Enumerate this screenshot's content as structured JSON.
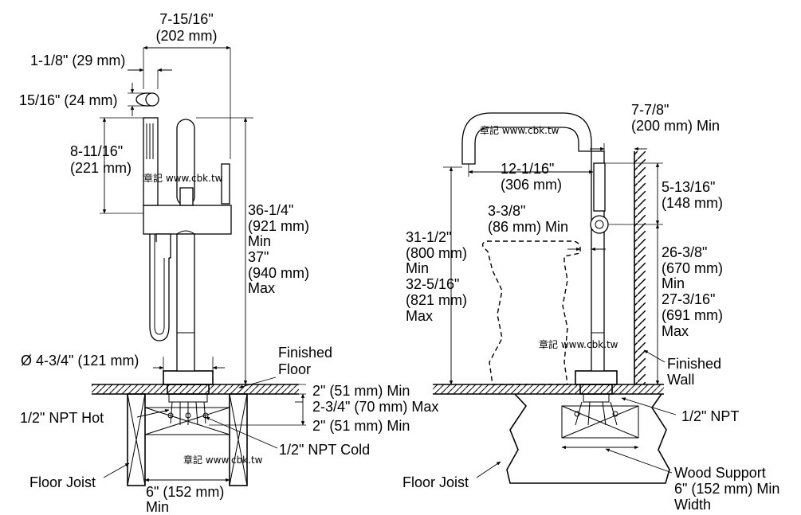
{
  "watermark": "章記 www.cbk.tw",
  "left_view": {
    "width_top": [
      "7-15/16\"",
      "(202 mm)"
    ],
    "handshower_offset": "1-1/8\" (29 mm)",
    "handle_dia": "15/16\" (24 mm)",
    "handshower_length": [
      "8-11/16\"",
      "(221 mm)"
    ],
    "height": [
      "36-1/4\"",
      "(921 mm)",
      "Min",
      "37\"",
      "(940 mm)",
      "Max"
    ],
    "base_dia": "Ø 4-3/4\" (121 mm)",
    "finished_floor": [
      "Finished",
      "Floor"
    ],
    "floor_min": "2\" (51 mm) Min",
    "floor_max": "2-3/4\" (70 mm) Max",
    "below_min": "2\" (51 mm) Min",
    "npt_hot": "1/2\" NPT Hot",
    "npt_cold": "1/2\" NPT Cold",
    "floor_joist": "Floor Joist",
    "joist_spacing": [
      "6\" (152 mm)",
      "Min"
    ]
  },
  "right_view": {
    "spout_offset": [
      "7-7/8\"",
      "(200 mm) Min"
    ],
    "spout_reach": [
      "12-1/16\"",
      "(306 mm)"
    ],
    "spout_drop": [
      "5-13/16\"",
      "(148 mm)"
    ],
    "tub_clearance": [
      "3-3/8\"",
      "(86 mm) Min"
    ],
    "spout_height": [
      "31-1/2\"",
      "(800 mm)",
      "Min",
      "32-5/16\"",
      "(821 mm)",
      "Max"
    ],
    "outlet_height": [
      "26-3/8\"",
      "(670 mm)",
      "Min",
      "27-3/16\"",
      "(691 mm)",
      "Max"
    ],
    "finished_wall": [
      "Finished",
      "Wall"
    ],
    "npt": "1/2\" NPT",
    "floor_joist": "Floor Joist",
    "wood_support": [
      "Wood Support",
      "6\" (152 mm) Min",
      "Width"
    ]
  }
}
